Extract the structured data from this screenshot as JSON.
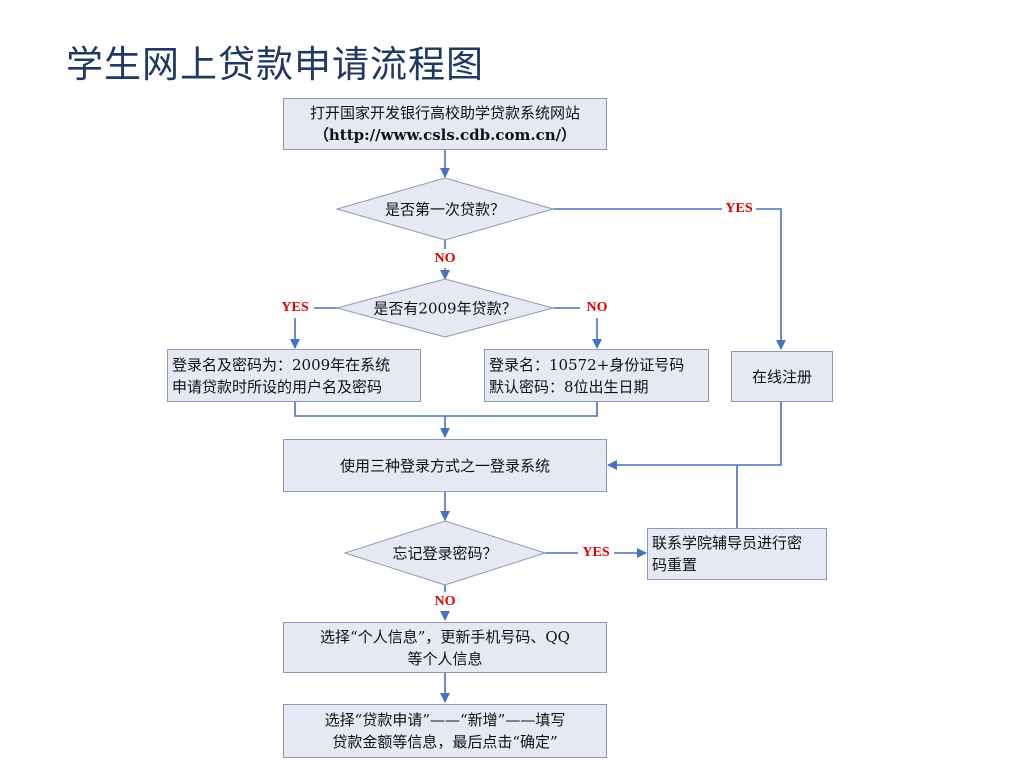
{
  "title": "学生网上贷款申请流程图",
  "nodes": {
    "open_site": [
      "打开国家开发银行高校助学贷款系统网站",
      "（http://www.csls.cdb.com.cn/）"
    ],
    "first_loan": "是否第一次贷款？",
    "has_2009": "是否有2009年贷款？",
    "login_2009": [
      "登录名及密码为：2009年在系统",
      "申请贷款时所设的用户名及密码"
    ],
    "login_new": [
      "登录名：10572+身份证号码",
      "默认密码：8位出生日期"
    ],
    "register": "在线注册",
    "login_system": "使用三种登录方式之一登录系统",
    "forgot_pw": "忘记登录密码？",
    "contact_counselor": [
      "联系学院辅导员进行密",
      "码重置"
    ],
    "personal_info": [
      "选择“个人信息”，更新手机号码、QQ",
      "等个人信息"
    ],
    "loan_apply": [
      "选择“贷款申请”——“新增”——填写",
      "贷款金额等信息，最后点击“确定”"
    ]
  },
  "labels": {
    "yes": "YES",
    "no": "NO"
  }
}
